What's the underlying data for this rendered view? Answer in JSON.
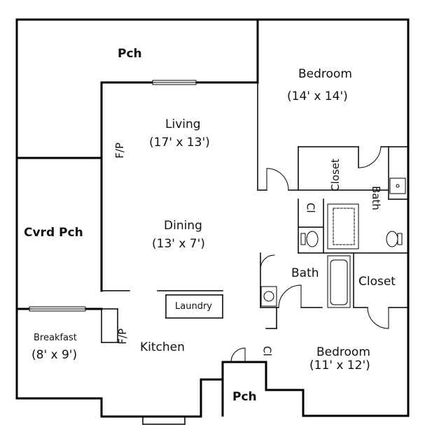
{
  "rooms": {
    "pch_top": "Pch",
    "bedroom1_name": "Bedroom",
    "bedroom1_size": "(14' x 14')",
    "living_name": "Living",
    "living_size": "(17' x 13')",
    "fireplace_top": "F/P",
    "closet_top": "Closet",
    "bath_top": "Bath",
    "cl_top": "Cl",
    "cvrd_pch": "Cvrd Pch",
    "dining_name": "Dining",
    "dining_size": "(13' x 7')",
    "bath_mid": "Bath",
    "closet_mid": "Closet",
    "laundry": "Laundry",
    "breakfast_name": "Breakfast",
    "breakfast_size": "(8' x 9')",
    "fireplace_bottom": "F/P",
    "kitchen": "Kitchen",
    "cl_bottom": "Cl",
    "bedroom2_name": "Bedroom",
    "bedroom2_size": "(11' x 12')",
    "pch_bottom": "Pch"
  }
}
